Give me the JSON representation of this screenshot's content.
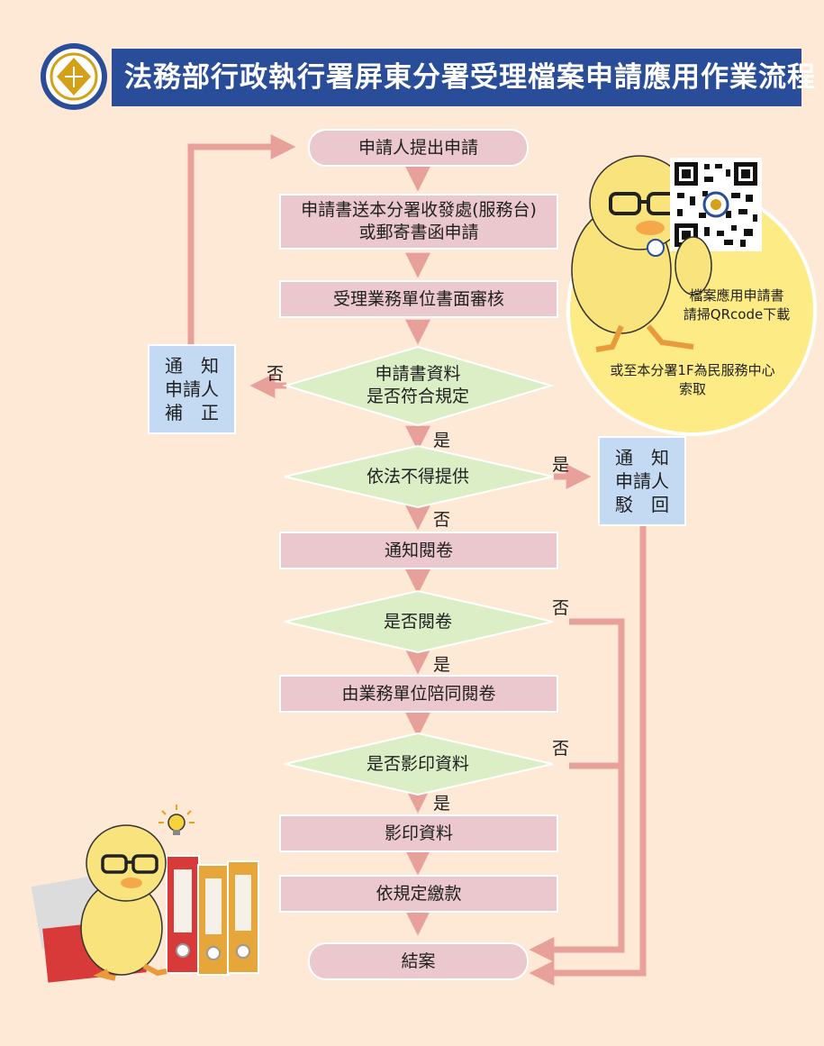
{
  "title": "法務部行政執行署屏東分署受理檔案申請應用作業流程",
  "colors": {
    "header": "#2a4d9a",
    "process": "#ebc8cd",
    "decision": "#dbeec6",
    "notice": "#c4daf2",
    "arrow": "#e8a19a",
    "background": "#fde9d5"
  },
  "steps": {
    "apply": "申請人提出申請",
    "submit_1": "申請書送本分署收發處(服務台)",
    "submit_2": "或郵寄書函申請",
    "review": "受理業務單位書面審核",
    "check_1": "申請書資料",
    "check_2": "是否符合規定",
    "restrict": "依法不得提供",
    "notify_read": "通知閱卷",
    "whether_read": "是否閱卷",
    "accompany": "由業務單位陪同閱卷",
    "whether_copy": "是否影印資料",
    "copy": "影印資料",
    "pay": "依規定繳款",
    "close": "結案"
  },
  "notices": {
    "correct": [
      "通　知",
      "申請人",
      "補　正"
    ],
    "reject": [
      "通　知",
      "申請人",
      "駁　回"
    ]
  },
  "labels": {
    "yes": "是",
    "no": "否"
  },
  "qr_info": {
    "line1": "檔案應用申請書",
    "line2": "請掃QRcode下載",
    "line3": "或至本分署1F為民服務中心",
    "line4": "索取"
  },
  "icons": [
    "agency-seal-icon",
    "qr-code-icon",
    "duck-mascot-icon",
    "lightbulb-icon",
    "binders-icon",
    "folder-icon"
  ]
}
